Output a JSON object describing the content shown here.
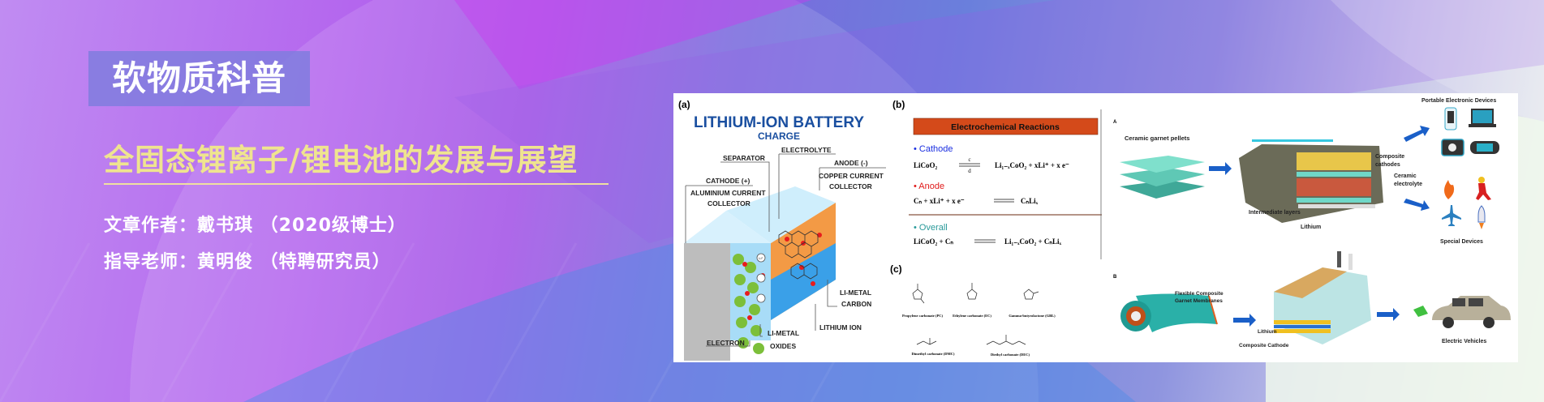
{
  "header": {
    "category": "软物质科普",
    "title": "全固态锂离子/锂电池的发展与展望",
    "author": "文章作者：戴书琪 （2020级博士）",
    "advisor": "指导老师：黄明俊 （特聘研究员）"
  },
  "figure": {
    "panel_a": {
      "tag": "(a)",
      "title": "LITHIUM-ION BATTERY",
      "subtitle": "CHARGE",
      "labels": {
        "separator": "SEPARATOR",
        "electrolyte": "ELECTROLYTE",
        "anode": "ANODE (-)",
        "copper_1": "COPPER CURRENT",
        "copper_2": "COLLECTOR",
        "cathode": "CATHODE (+)",
        "aluminium_1": "ALUMINIUM CURRENT",
        "aluminium_2": "COLLECTOR",
        "li_metal_carbon_1": "LI-METAL",
        "li_metal_carbon_2": "CARBON",
        "lithium_ion": "LITHIUM ION",
        "li_metal_oxides_1": "LI-METAL",
        "li_metal_oxides_2": "OXIDES",
        "electron": "ELECTRON",
        "li_symbol": "Li⁺"
      }
    },
    "panel_b": {
      "tag": "(b)",
      "header": "Electrochemical Reactions",
      "cathode_label": "• Cathode",
      "cathode_lhs": "LiCoO₂",
      "cathode_rhs": "Li₁₋ₓCoO₂ + xLi⁺ + x e⁻",
      "anode_label": "• Anode",
      "anode_lhs": "Cₙ + xLi⁺ + x e⁻",
      "anode_rhs": "CₙLiₓ",
      "overall_label": "• Overall",
      "overall_lhs": "LiCoO₂ + Cₙ",
      "overall_rhs": "Li₁₋ₓCoO₂ + CₙLiₓ",
      "arrow_top": "c",
      "arrow_bottom": "d",
      "header_color": "#d44a1a",
      "cathode_color": "#1a2ee0",
      "anode_color": "#e01a1a",
      "overall_color": "#2a9a9a"
    },
    "panel_c": {
      "tag": "(c)",
      "molecules": [
        "Propylene carbonate (PC)",
        "Ethylene carbonate (EC)",
        "Gamma-butyrolactone (GBL)",
        "Dimethyl carbonate (DMC)",
        "Diethyl carbonate (DEC)"
      ]
    },
    "panel_right": {
      "tag_a": "A",
      "tag_b": "B",
      "ceramic_pellets": "Ceramic garnet pellets",
      "composite_cathodes_1": "Composite",
      "composite_cathodes_2": "cathodes",
      "ceramic_electrolyte_1": "Ceramic",
      "ceramic_electrolyte_2": "electrolyte",
      "intermediate_layers": "Intermediate layers",
      "lithium": "Lithium",
      "portable": "Portable Electronic Devices",
      "special": "Special Devices",
      "flexible_1": "Flexible Composite",
      "flexible_2": "Garnet Membranes",
      "lithium_b": "Lithium",
      "composite_cathode_b": "Composite Cathode",
      "ev": "Electric Vehicles"
    }
  }
}
